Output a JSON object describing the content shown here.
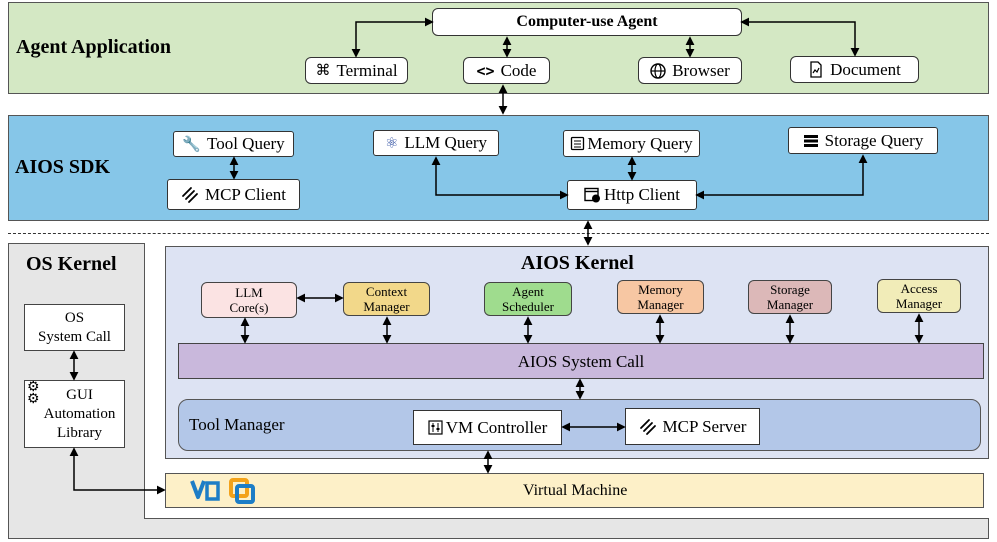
{
  "agent_app": {
    "title": "Agent Application",
    "agent": "Computer-use Agent",
    "tools": [
      {
        "label": "Terminal",
        "icon": "command-icon"
      },
      {
        "label": "Code",
        "icon": "code-brackets-icon"
      },
      {
        "label": "Browser",
        "icon": "globe-icon"
      },
      {
        "label": "Document",
        "icon": "document-chart-icon"
      }
    ]
  },
  "sdk": {
    "title": "AIOS SDK",
    "tool_query": "Tool Query",
    "llm_query": "LLM Query",
    "memory_query": "Memory Query",
    "storage_query": "Storage Query",
    "mcp_client": "MCP Client",
    "http_client": "Http Client"
  },
  "os_kernel": {
    "title": "OS Kernel",
    "system_call": "OS\nSystem Call",
    "gui_lib": "GUI\nAutomation\nLibrary"
  },
  "aios_kernel": {
    "title": "AIOS Kernel",
    "modules": [
      {
        "label": "LLM\nCore(s)",
        "color": "#fbe3e3"
      },
      {
        "label": "Context\nManager",
        "color": "#f2d88a"
      },
      {
        "label": "Agent\nScheduler",
        "color": "#9fdc8e"
      },
      {
        "label": "Memory\nManager",
        "color": "#f7c7a3"
      },
      {
        "label": "Storage\nManager",
        "color": "#dcb8b8"
      },
      {
        "label": "Access\nManager",
        "color": "#f1ecb8"
      }
    ],
    "system_call": "AIOS System Call",
    "tool_manager": "Tool Manager",
    "vm_controller": "VM Controller",
    "mcp_server": "MCP Server"
  },
  "vm": {
    "label": "Virtual Machine"
  },
  "colors": {
    "agent_layer": "#d4e8c4",
    "sdk_layer": "#86c6e8",
    "os_layer": "#e6e6e6",
    "kernel_layer": "#dde3f3",
    "system_call": "#c9b8dc",
    "tool_manager": "#b3c7e8",
    "vm": "#fdf0c8"
  }
}
